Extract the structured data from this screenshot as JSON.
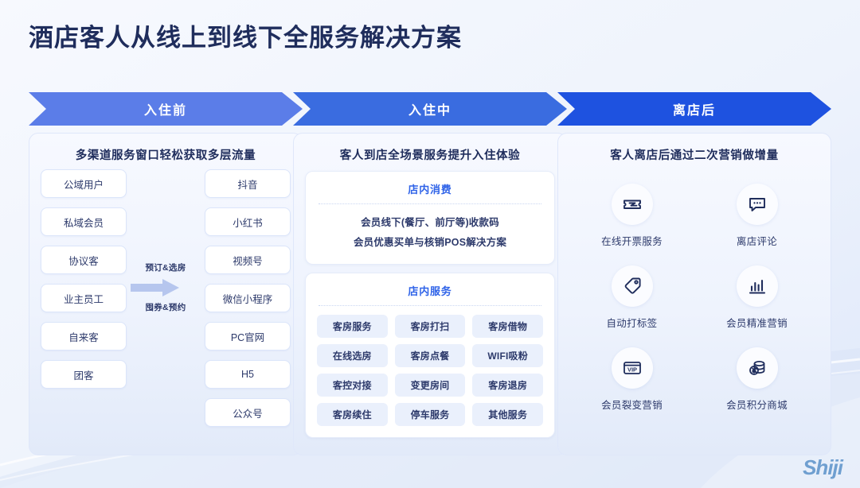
{
  "page": {
    "title": "酒店客人从线上到线下全服务解决方案",
    "brand": "Shiji",
    "colors": {
      "background": "#f4f7fd",
      "title_navy": "#1f2d5c",
      "banner_1": "#5b7de8",
      "banner_2": "#3a6ce0",
      "banner_3": "#1e52e0",
      "accent_blue": "#2f63e8",
      "chip_text": "#2d3a6b",
      "logo_blue": "#6f9fd0"
    }
  },
  "stages": [
    {
      "banner_label": "入住前",
      "banner_color": "#5b7de8",
      "panel_title": "多渠道服务窗口轻松获取多层流量",
      "left_channels": [
        "公域用户",
        "私域会员",
        "协议客",
        "业主员工",
        "自来客",
        "团客"
      ],
      "right_channels": [
        "抖音",
        "小红书",
        "视频号",
        "微信小程序",
        "PC官网",
        "H5",
        "公众号"
      ],
      "middle_top_label": "预订&选房",
      "middle_bottom_label": "囤券&预约",
      "middle_icon": "arrow-right-icon"
    },
    {
      "banner_label": "入住中",
      "banner_color": "#3a6ce0",
      "panel_title": "客人到店全场景服务提升入住体验",
      "cards": [
        {
          "title": "店内消费",
          "lines": [
            "会员线下(餐厅、前厅等)收款码",
            "会员优惠买单与核销POS解决方案"
          ]
        },
        {
          "title": "店内服务",
          "chips": [
            "客房服务",
            "客房打扫",
            "客房借物",
            "在线选房",
            "客房点餐",
            "WIFI吸粉",
            "客控对接",
            "变更房间",
            "客房退房",
            "客房续住",
            "停车服务",
            "其他服务"
          ]
        }
      ]
    },
    {
      "banner_label": "离店后",
      "banner_color": "#1e52e0",
      "panel_title": "客人离店后通过二次营销做增量",
      "features": [
        {
          "label": "在线开票服务",
          "icon": "ticket-icon"
        },
        {
          "label": "离店评论",
          "icon": "speech-bubble-icon"
        },
        {
          "label": "自动打标签",
          "icon": "tag-icon"
        },
        {
          "label": "会员精准营销",
          "icon": "bar-chart-icon"
        },
        {
          "label": "会员裂变营销",
          "icon": "vip-card-icon"
        },
        {
          "label": "会员积分商城",
          "icon": "coins-icon"
        }
      ]
    }
  ]
}
